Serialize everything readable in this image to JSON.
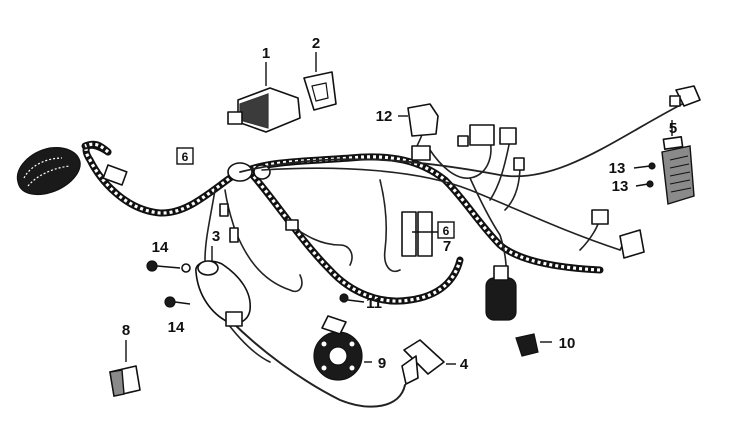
{
  "callouts": [
    {
      "id": "1",
      "text": "1"
    },
    {
      "id": "2",
      "text": "2"
    },
    {
      "id": "3",
      "text": "3"
    },
    {
      "id": "4",
      "text": "4"
    },
    {
      "id": "5",
      "text": "5"
    },
    {
      "id": "6",
      "text": "6"
    },
    {
      "id": "7",
      "text": "7"
    },
    {
      "id": "8",
      "text": "8"
    },
    {
      "id": "9",
      "text": "9"
    },
    {
      "id": "10",
      "text": "10"
    },
    {
      "id": "11",
      "text": "11"
    },
    {
      "id": "12",
      "text": "12"
    },
    {
      "id": "13a",
      "text": "13"
    },
    {
      "id": "13b",
      "text": "13"
    },
    {
      "id": "14a",
      "text": "14"
    },
    {
      "id": "14b",
      "text": "14"
    }
  ],
  "boxed_refs": [
    {
      "id": "6a",
      "text": "6"
    },
    {
      "id": "6b",
      "text": "6"
    }
  ]
}
